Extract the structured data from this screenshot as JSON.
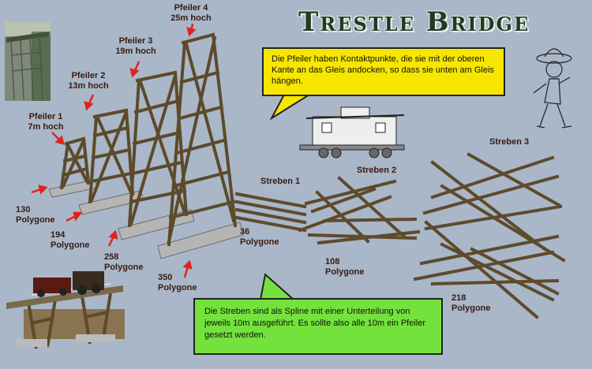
{
  "title": "Trestle Bridge",
  "pillars": [
    {
      "name": "Pfeiler 1\n7m hoch",
      "polys": "130\nPolygone"
    },
    {
      "name": "Pfeiler 2\n13m hoch",
      "polys": "194\nPolygone"
    },
    {
      "name": "Pfeiler 3\n19m hoch",
      "polys": "258\nPolygone"
    },
    {
      "name": "Pfeiler 4\n25m hoch",
      "polys": "350\nPolygone"
    }
  ],
  "struts": [
    {
      "name": "Streben 1",
      "polys": "36\nPolygone"
    },
    {
      "name": "Streben 2",
      "polys": "108\nPolygone"
    },
    {
      "name": "Streben 3",
      "polys": "218\nPolygone"
    }
  ],
  "bubbles": {
    "yellow": "Die Pfeiler  haben Kontaktpunkte, die sie mit der oberen Kante an das Gleis andocken, so dass sie unten am Gleis hängen.",
    "green": "Die Streben sind als Spline mit einer Unterteilung von jeweils 10m ausgeführt. Es sollte also alle 10m ein Pfeiler gesetzt werden."
  },
  "colors": {
    "background": "#a9b7c9",
    "wood": "#5c4a2a",
    "base": "#9a9a9a",
    "label": "#3a1b10",
    "arrow": "#e0241b"
  }
}
